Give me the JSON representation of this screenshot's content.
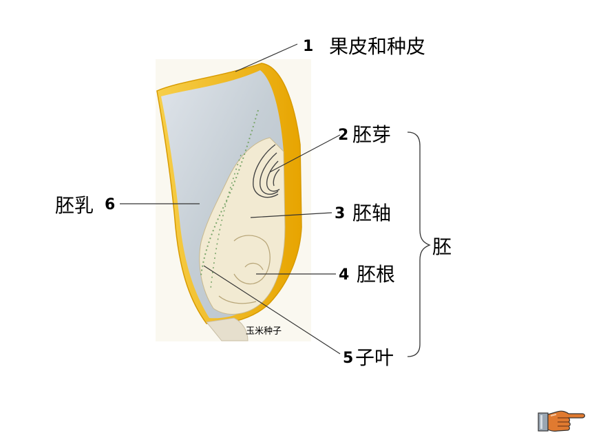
{
  "diagram": {
    "caption": "玉米种子",
    "labels": {
      "pericarp_num": "1",
      "pericarp_text": "果皮和种皮",
      "plumule_num": "2",
      "plumule_text": "胚芽",
      "hypocotyl_num": "3",
      "hypocotyl_text": "胚轴",
      "radicle_num": "4",
      "radicle_text": "胚根",
      "cotyledon_num": "5",
      "cotyledon_text": "子叶",
      "endosperm_text": "胚乳",
      "endosperm_num": "6",
      "embryo_text": "胚"
    }
  },
  "colors": {
    "seed_coat": "#f0b400",
    "endosperm": "#c0ccd4",
    "embryo": "#f3ecd6",
    "line": "#333333",
    "hand_icon": "#e07a30"
  },
  "icons": {
    "next": "pointing-hand-icon"
  }
}
